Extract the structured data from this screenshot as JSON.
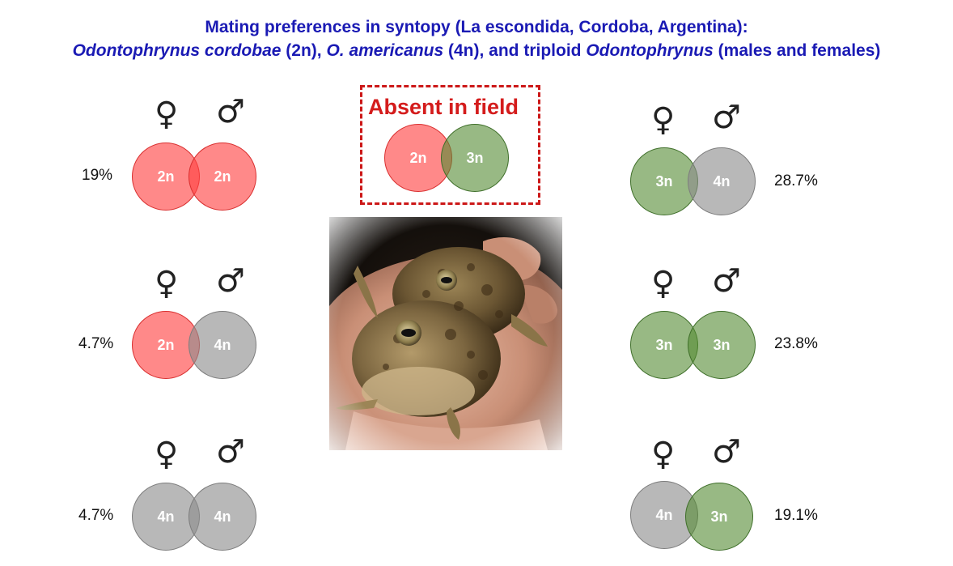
{
  "title": {
    "line1": "Mating preferences  in syntopy (La escondida, Cordoba, Argentina):",
    "line2_parts": [
      {
        "text": "Odontophrynus cordobae",
        "italic": true
      },
      {
        "text": " (2n), ",
        "italic": false
      },
      {
        "text": "O. americanus",
        "italic": true
      },
      {
        "text": " (4n), and triploid ",
        "italic": false
      },
      {
        "text": "Odontophrynus",
        "italic": true
      },
      {
        "text": " (males and females)",
        "italic": false
      }
    ]
  },
  "symbols": {
    "female": "♀",
    "male": "♂"
  },
  "absent": {
    "label": "Absent in field",
    "pair": {
      "female": "2n",
      "male": "3n"
    }
  },
  "pairs": [
    {
      "id": "2n-2n",
      "female": "2n",
      "male": "2n",
      "percent": "19%"
    },
    {
      "id": "2n-4n",
      "female": "2n",
      "male": "4n",
      "percent": "4.7%"
    },
    {
      "id": "4n-4n",
      "female": "4n",
      "male": "4n",
      "percent": "4.7%"
    },
    {
      "id": "3n-4n",
      "female": "3n",
      "male": "4n",
      "percent": "28.7%"
    },
    {
      "id": "3n-3n",
      "female": "3n",
      "male": "3n",
      "percent": "23.8%"
    },
    {
      "id": "4n-3n",
      "female": "4n",
      "male": "3n",
      "percent": "19.1%"
    }
  ],
  "colors": {
    "2n": "#ff4040",
    "3n": "#548a32",
    "4n": "#8c8c8c",
    "title": "#1a1ab4",
    "absent": "#cc1818"
  },
  "photo": {
    "icon": "frog-photo",
    "subject": "amplexus pair of Odontophrynus toads on a hand"
  }
}
